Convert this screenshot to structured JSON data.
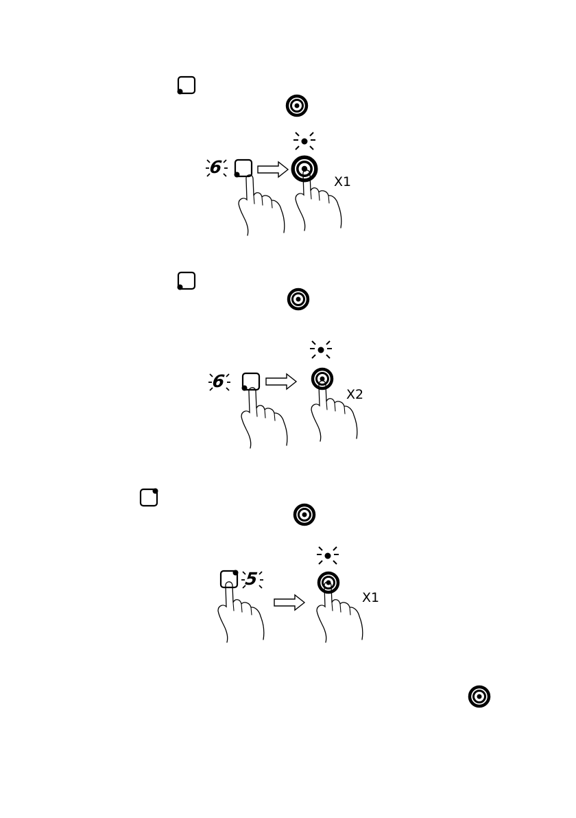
{
  "icons": {
    "zone_rear_left": "zone-rear-left-icon",
    "zone_rear_right": "zone-rear-right-icon",
    "timer": "timer-icon",
    "finger": "finger-press-icon",
    "arrow": "right-arrow-icon",
    "blink": "blink-rays-icon"
  },
  "steps": [
    {
      "digit": "6",
      "press_label": "X1"
    },
    {
      "digit": "6",
      "press_label": "X2"
    },
    {
      "digit": "5",
      "press_label": "X1"
    }
  ],
  "colors": {
    "ink": "#000000",
    "background": "#ffffff"
  }
}
